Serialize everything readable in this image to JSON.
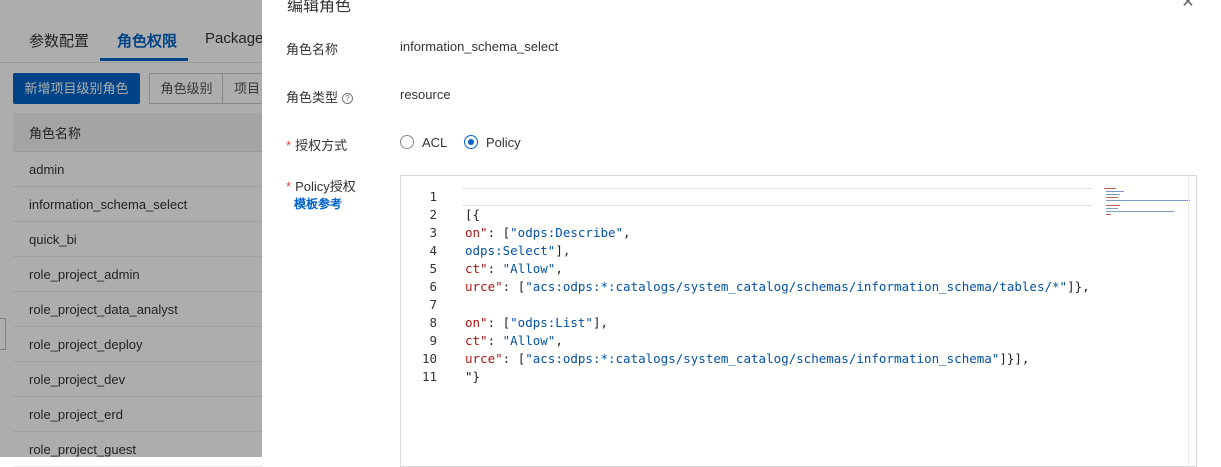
{
  "background": {
    "tabs": [
      "参数配置",
      "角色权限",
      "Package"
    ],
    "new_button": "新增项目级别角色",
    "segments": [
      "角色级别",
      "项目"
    ],
    "table_header": "角色名称",
    "rows": [
      "admin",
      "information_schema_select",
      "quick_bi",
      "role_project_admin",
      "role_project_data_analyst",
      "role_project_deploy",
      "role_project_dev",
      "role_project_erd",
      "role_project_guest"
    ]
  },
  "drawer": {
    "title": "编辑角色",
    "close_icon": "close-icon",
    "role_name_label": "角色名称",
    "role_name_value": "information_schema_select",
    "role_type_label": "角色类型",
    "role_type_help": "?",
    "role_type_value": "resource",
    "auth_method_label": "授权方式",
    "required_mark": "*",
    "auth_options": [
      "ACL",
      "Policy"
    ],
    "auth_selected": "Policy",
    "policy_label": "Policy授权",
    "template_link": "模板参考"
  },
  "editor": {
    "line_numbers": [
      "1",
      "2",
      "3",
      "4",
      "5",
      "6",
      "7",
      "8",
      "9",
      "10",
      "11"
    ],
    "lines": [
      [],
      [
        {
          "t": "[{",
          "c": "p"
        }
      ],
      [
        {
          "t": "on\"",
          "c": "k"
        },
        {
          "t": ": [",
          "c": "p"
        },
        {
          "t": "\"odps:Describe\"",
          "c": "s"
        },
        {
          "t": ",",
          "c": "p"
        }
      ],
      [
        {
          "t": "odps:Select\"",
          "c": "s"
        },
        {
          "t": "],",
          "c": "p"
        }
      ],
      [
        {
          "t": "ct\"",
          "c": "k"
        },
        {
          "t": ": ",
          "c": "p"
        },
        {
          "t": "\"Allow\"",
          "c": "s"
        },
        {
          "t": ",",
          "c": "p"
        }
      ],
      [
        {
          "t": "urce\"",
          "c": "k"
        },
        {
          "t": ": [",
          "c": "p"
        },
        {
          "t": "\"acs:odps:*:catalogs/system_catalog/schemas/information_schema/tables/*\"",
          "c": "s"
        },
        {
          "t": "]},",
          "c": "p"
        }
      ],
      [],
      [
        {
          "t": "on\"",
          "c": "k"
        },
        {
          "t": ": [",
          "c": "p"
        },
        {
          "t": "\"odps:List\"",
          "c": "s"
        },
        {
          "t": "],",
          "c": "p"
        }
      ],
      [
        {
          "t": "ct\"",
          "c": "k"
        },
        {
          "t": ": ",
          "c": "p"
        },
        {
          "t": "\"Allow\"",
          "c": "s"
        },
        {
          "t": ",",
          "c": "p"
        }
      ],
      [
        {
          "t": "urce\"",
          "c": "k"
        },
        {
          "t": ": [",
          "c": "p"
        },
        {
          "t": "\"acs:odps:*:catalogs/system_catalog/schemas/information_schema\"",
          "c": "s"
        },
        {
          "t": "]}],",
          "c": "p"
        }
      ],
      [
        {
          "t": "\"}",
          "c": "p"
        }
      ]
    ]
  },
  "colors": {
    "accent": "#0064c8",
    "required": "#e8453c",
    "json_key": "#a31515",
    "json_string": "#0451a5"
  }
}
